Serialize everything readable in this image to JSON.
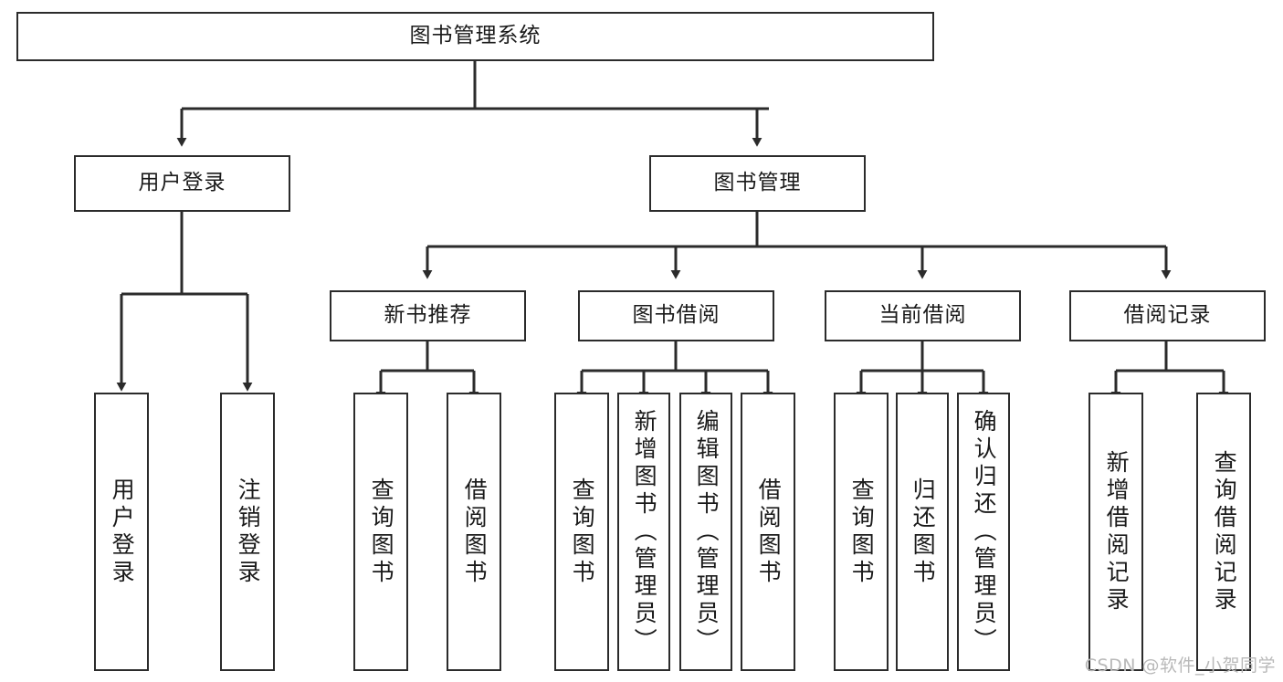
{
  "diagram": {
    "title": "图书管理系统",
    "type": "tree-hierarchy",
    "watermark": "CSDN @软件_小贺同学",
    "colors": {
      "box_border": "#2b2b2b",
      "box_fill": "#ffffff",
      "edge": "#2b2b2b",
      "text": "#1a1a1a",
      "watermark": "#b9b9b9",
      "background": "#ffffff"
    },
    "root": {
      "label": "图书管理系统"
    },
    "level2": [
      {
        "label": "用户登录"
      },
      {
        "label": "图书管理"
      }
    ],
    "level3": [
      {
        "label": "新书推荐"
      },
      {
        "label": "图书借阅"
      },
      {
        "label": "当前借阅"
      },
      {
        "label": "借阅记录"
      }
    ],
    "leaves": {
      "user_login": [
        {
          "label": "用户登录"
        },
        {
          "label": "注销登录"
        }
      ],
      "new_book_recommend": [
        {
          "label": "查询图书"
        },
        {
          "label": "借阅图书"
        }
      ],
      "book_borrow": [
        {
          "label": "查询图书"
        },
        {
          "label": "新增图书（管理员）"
        },
        {
          "label": "编辑图书（管理员）"
        },
        {
          "label": "借阅图书"
        }
      ],
      "current_borrow": [
        {
          "label": "查询图书"
        },
        {
          "label": "归还图书"
        },
        {
          "label": "确认归还（管理员）"
        }
      ],
      "borrow_record": [
        {
          "label": "新增借阅记录"
        },
        {
          "label": "查询借阅记录"
        }
      ]
    }
  }
}
